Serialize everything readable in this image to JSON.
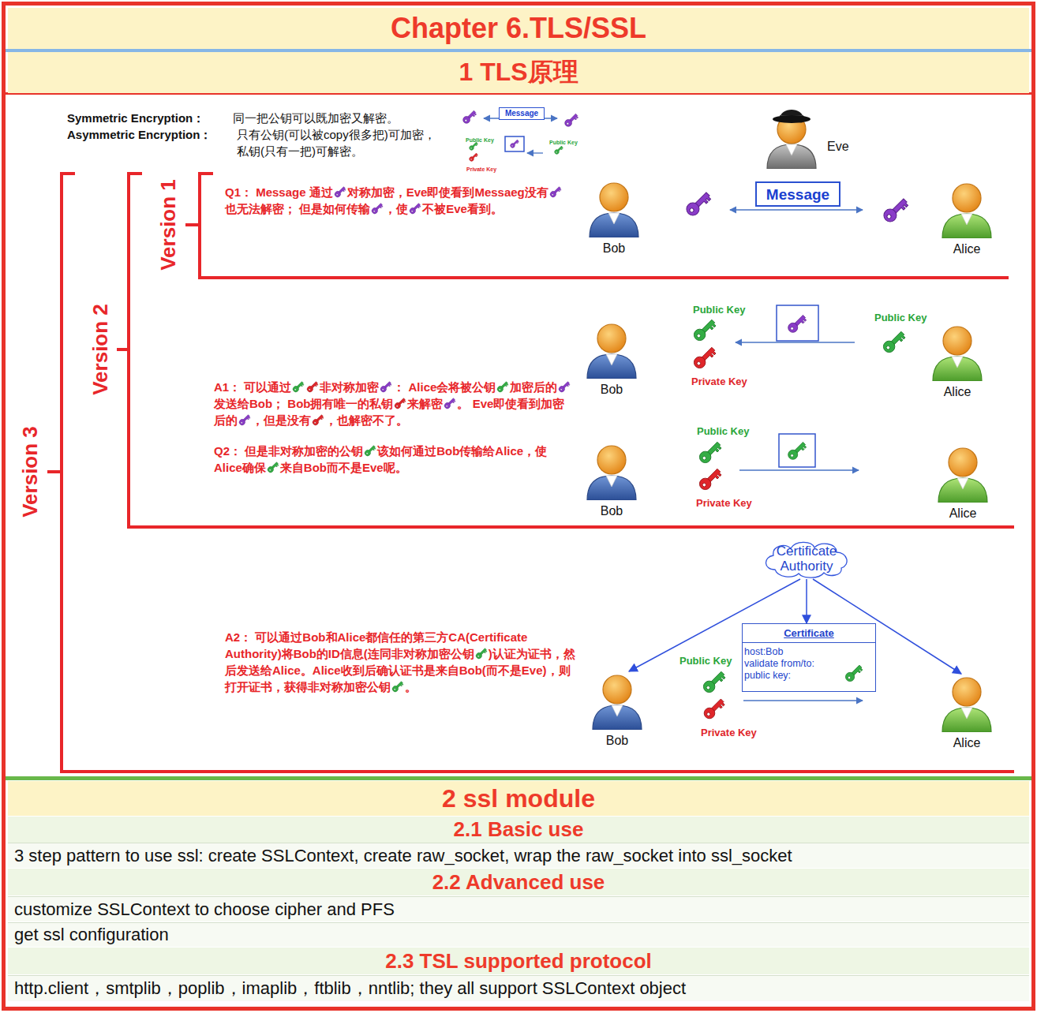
{
  "diagram": {
    "title": "Chapter 6.TLS/SSL",
    "nodes": [
      {
        "text": [
          "1 TLS原理"
        ]
      },
      {
        "text": [
          "Message"
        ]
      },
      {
        "text": [
          "Eve"
        ]
      },
      {
        "text": [
          "Bob"
        ]
      },
      {
        "text": [
          "Message"
        ]
      },
      {
        "text": [
          "Alice"
        ]
      },
      {
        "text": [
          "Bob"
        ]
      },
      {
        "text": [
          "Alice"
        ]
      },
      {
        "text": [
          "Bob"
        ]
      },
      {
        "text": [
          "Alice"
        ]
      },
      {
        "text": [
          "Certificate Authority"
        ]
      },
      {
        "text": [
          "Certificate",
          "host:Bob",
          "validate from/to:",
          "public key:"
        ]
      },
      {
        "text": [
          "Bob"
        ]
      },
      {
        "text": [
          "Alice"
        ]
      },
      {
        "text": [
          "2 ssl module"
        ]
      },
      {
        "text": [
          "2.1 Basic use"
        ]
      },
      {
        "text": [
          "3 step pattern to use ssl: create SSLContext, create raw_socket, wrap the raw_socket into ssl_socket"
        ]
      },
      {
        "text": [
          "2.2 Advanced use"
        ]
      },
      {
        "text": [
          "customize SSLContext to choose cipher and PFS"
        ]
      },
      {
        "text": [
          "get ssl configuration"
        ]
      },
      {
        "text": [
          "2.3 TSL supported protocol"
        ]
      },
      {
        "text": [
          "http.client，smtplib，poplib，imaplib，ftblib，nntlib; they all support SSLContext object"
        ]
      }
    ],
    "edges": [
      {
        "from": 10,
        "to": 12,
        "arrow": "to"
      },
      {
        "from": 10,
        "to": 11,
        "arrow": "to"
      },
      {
        "from": 10,
        "to": 13,
        "arrow": "to"
      }
    ],
    "labels": [
      "Symmetric Encryption：",
      "同一把公钥可以既加密又解密。",
      "Asymmetric Encryption：",
      "只有公钥(可以被copy很多把)可加密，私钥(只有一把)可解密。",
      "Public Key",
      "Public Key",
      "Private Key",
      "Version 1",
      "Version 2",
      "Version 3",
      "Q1： Message 通过",
      "对称加密，Eve即使看到Messaeg没有",
      "也无法解密； 但是如何传输",
      "，使",
      "不被Eve看到。",
      "Public Key",
      "Private Key",
      "Public Key",
      "A1： 可以通过",
      "非对称加密",
      "： Alice会将被公钥",
      "加密后的",
      "发送给Bob； Bob拥有唯一的私钥",
      "来解密",
      "。 Eve即使看到加密后的",
      "，但是没有",
      "，也解密不了。",
      "Q2： 但是非对称加密的公钥",
      "该如何通过Bob传输给Alice，使Alice确保",
      "来自Bob而不是Eve呢。",
      "Public Key",
      "Private Key",
      "A2： 可以通过Bob和Alice都信任的第三方CA(Certificate Authority)将Bob的ID信息(连同非对称加密公钥",
      ")认证为证书，然后发送给Alice。Alice收到后确认证书是来自Bob(而不是Eve)，则打开证书，获得非对称加密公钥",
      "。",
      "Public Key",
      "Private Key"
    ]
  }
}
